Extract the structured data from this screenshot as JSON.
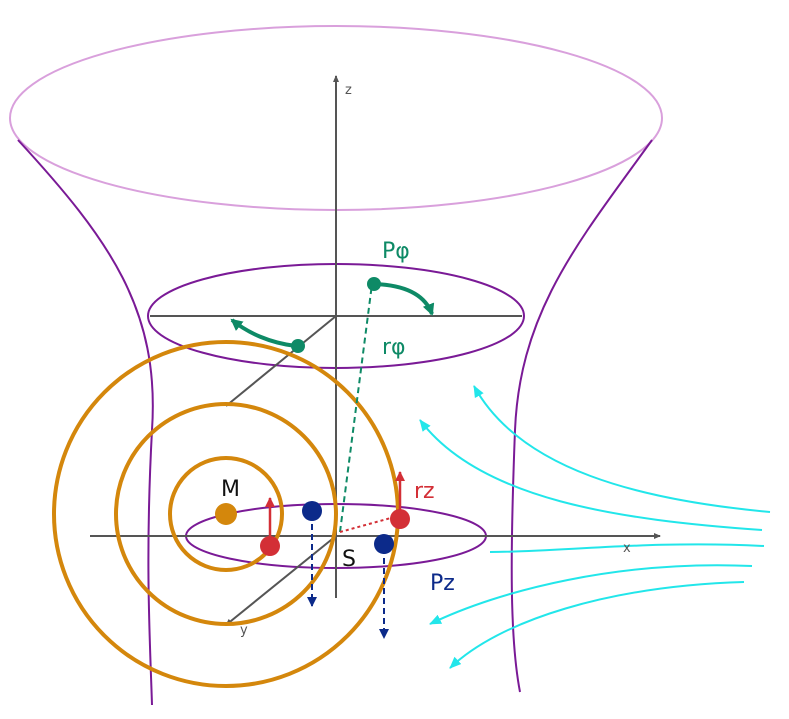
{
  "labels": {
    "z_axis": "z",
    "x_axis": "x",
    "y_axis": "y",
    "p_phi": "Pφ",
    "r_phi": "rφ",
    "r_z": "rz",
    "p_z": "Pz",
    "mass": "M",
    "source": "S"
  },
  "colors": {
    "orbit": "#d4870c",
    "hyperboloid": "#7a1a96",
    "top_rim": "#d9a0dc",
    "phi_component": "#0e8a66",
    "z_up": "#d32f36",
    "z_down": "#0c2a8a",
    "flow": "#22e6ea",
    "axes": "#555555"
  }
}
